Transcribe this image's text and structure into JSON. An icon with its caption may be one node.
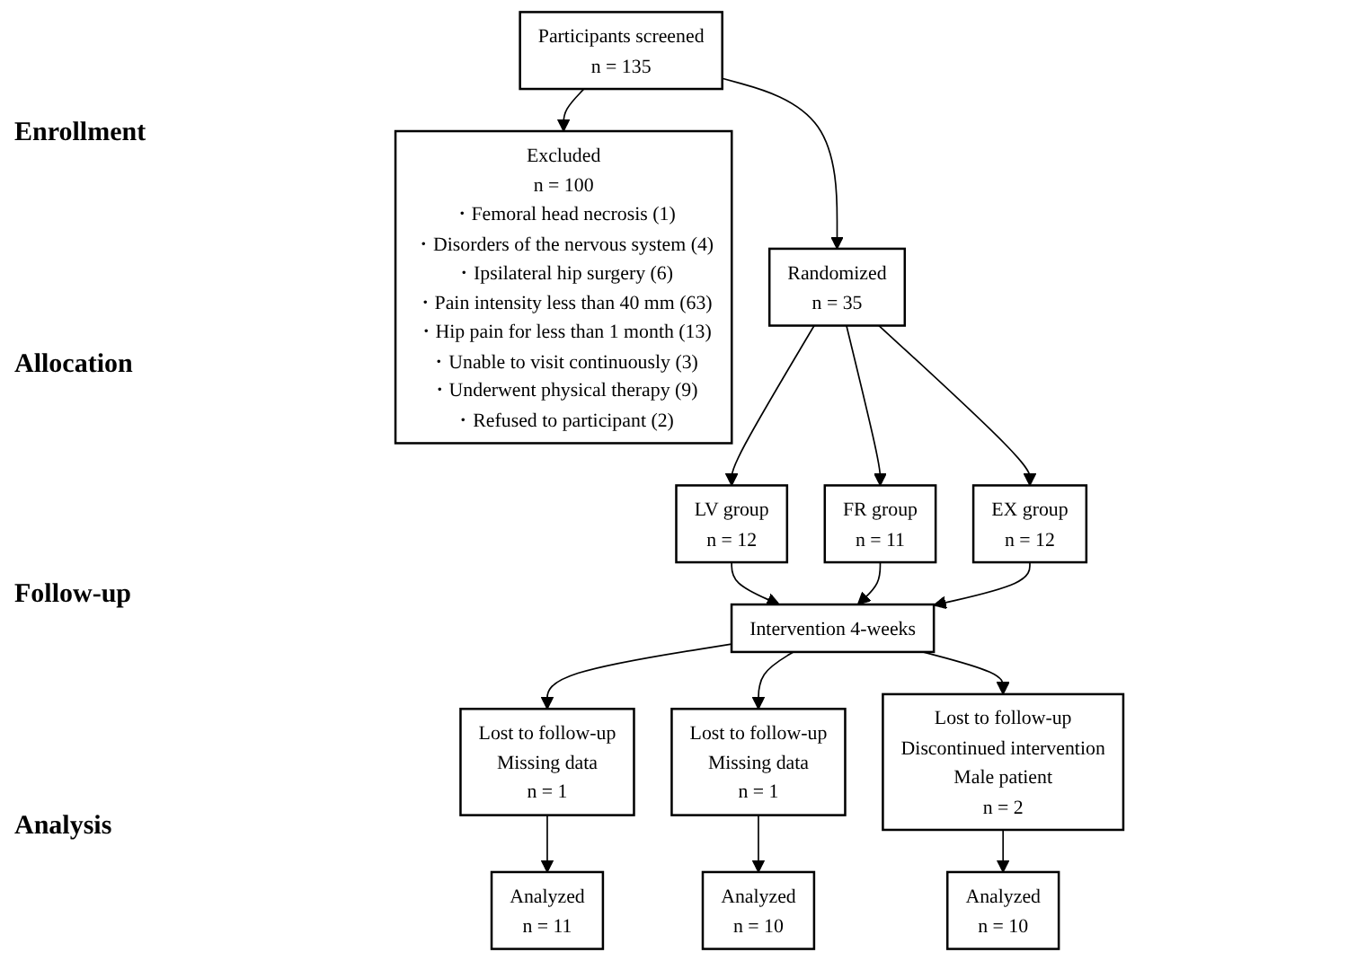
{
  "diagram": {
    "nodes": [
      {
        "text": [
          "Participants  screened",
          "n = 135"
        ]
      },
      {
        "text": [
          "Excluded",
          "n = 100",
          "・Femoral head necrosis (1)",
          "・Disorders of the nervous system (4)",
          "・Ipsilateral hip surgery (6)",
          "・Pain intensity less than 40 mm (63)",
          "・Hip pain for less than 1 month (13)",
          "・Unable to visit continuously (3)",
          "・Underwent physical therapy (9)",
          "・Refused to participant (2)"
        ]
      },
      {
        "text": [
          "Randomized",
          "n = 35"
        ]
      },
      {
        "text": [
          "LV  group",
          "n = 12"
        ]
      },
      {
        "text": [
          "FR  group",
          "n = 11"
        ]
      },
      {
        "text": [
          "EX  group",
          "n = 12"
        ]
      },
      {
        "text": [
          "Intervention 4-weeks"
        ]
      },
      {
        "text": [
          "Lost to follow-up",
          "Missing data",
          "n = 1"
        ]
      },
      {
        "text": [
          "Lost to follow-up",
          "Missing data",
          "n = 1"
        ]
      },
      {
        "text": [
          "Lost to follow-up",
          "Discontinued  intervention",
          "Male patient",
          "n = 2"
        ]
      },
      {
        "text": [
          "Analyzed",
          "n = 11"
        ]
      },
      {
        "text": [
          "Analyzed",
          "n = 10"
        ]
      },
      {
        "text": [
          "Analyzed",
          "n = 10"
        ]
      }
    ],
    "edges": [
      {
        "from": 0,
        "to": 2,
        "arrow": "to"
      },
      {
        "from": 0,
        "to": 1,
        "arrow": "to"
      },
      {
        "from": 2,
        "to": 3,
        "arrow": "to"
      },
      {
        "from": 2,
        "to": 4,
        "arrow": "to"
      },
      {
        "from": 2,
        "to": 5,
        "arrow": "to"
      },
      {
        "from": 3,
        "to": 6,
        "arrow": "to"
      },
      {
        "from": 4,
        "to": 6,
        "arrow": "to"
      },
      {
        "from": 5,
        "to": 6,
        "arrow": "to"
      },
      {
        "from": 6,
        "to": 7,
        "arrow": "to"
      },
      {
        "from": 6,
        "to": 8,
        "arrow": "to"
      },
      {
        "from": 6,
        "to": 9,
        "arrow": "to"
      },
      {
        "from": 7,
        "to": 10,
        "arrow": "to"
      },
      {
        "from": 8,
        "to": 11,
        "arrow": "to"
      },
      {
        "from": 9,
        "to": 12,
        "arrow": "to"
      }
    ],
    "labels": [
      "Enrollment",
      "Allocation",
      "Follow-up",
      "Analysis"
    ]
  }
}
